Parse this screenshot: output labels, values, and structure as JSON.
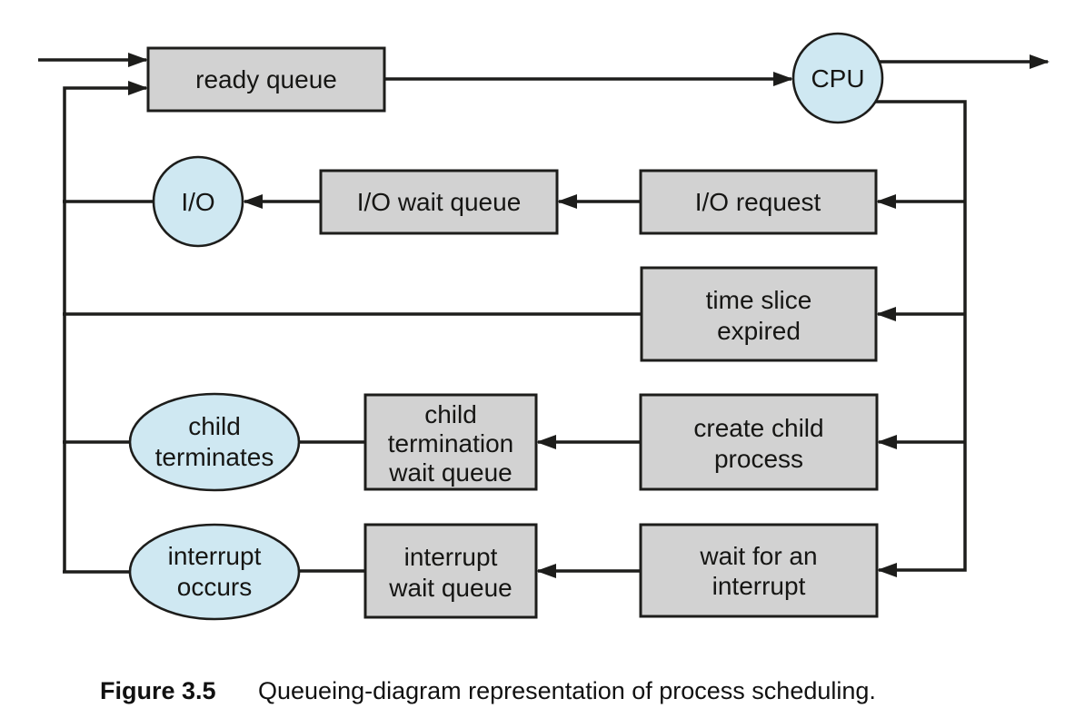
{
  "figure": {
    "label": "Figure 3.5",
    "caption": "Queueing-diagram representation of process scheduling."
  },
  "colors": {
    "box_fill": "#d2d2d2",
    "ellipse_fill": "#cfe8f2",
    "line": "#1d1d1b",
    "background": "#ffffff"
  },
  "nodes": {
    "ready_queue": {
      "shape": "rect",
      "lines": [
        "ready queue"
      ]
    },
    "cpu": {
      "shape": "circle",
      "lines": [
        "CPU"
      ]
    },
    "io": {
      "shape": "circle",
      "lines": [
        "I/O"
      ]
    },
    "io_wait_queue": {
      "shape": "rect",
      "lines": [
        "I/O wait queue"
      ]
    },
    "io_request": {
      "shape": "rect",
      "lines": [
        "I/O request"
      ]
    },
    "time_slice_expired": {
      "shape": "rect",
      "lines": [
        "time slice",
        "expired"
      ]
    },
    "child_terminates": {
      "shape": "ellipse",
      "lines": [
        "child",
        "terminates"
      ]
    },
    "child_termination_wait_queue": {
      "shape": "rect",
      "lines": [
        "child",
        "termination",
        "wait queue"
      ]
    },
    "create_child_process": {
      "shape": "rect",
      "lines": [
        "create child",
        "process"
      ]
    },
    "interrupt_occurs": {
      "shape": "ellipse",
      "lines": [
        "interrupt",
        "occurs"
      ]
    },
    "interrupt_wait_queue": {
      "shape": "rect",
      "lines": [
        "interrupt",
        "wait queue"
      ]
    },
    "wait_for_an_interrupt": {
      "shape": "rect",
      "lines": [
        "wait for an",
        "interrupt"
      ]
    }
  },
  "edges": [
    {
      "from": "external",
      "to": "ready_queue",
      "arrow": true
    },
    {
      "from": "ready_queue",
      "to": "cpu",
      "arrow": true
    },
    {
      "from": "cpu",
      "to": "external-exit",
      "arrow": true
    },
    {
      "from": "cpu",
      "to": "io_request",
      "arrow": true
    },
    {
      "from": "cpu",
      "to": "time_slice_expired",
      "arrow": true
    },
    {
      "from": "cpu",
      "to": "create_child_process",
      "arrow": true
    },
    {
      "from": "cpu",
      "to": "wait_for_an_interrupt",
      "arrow": true
    },
    {
      "from": "io_request",
      "to": "io_wait_queue",
      "arrow": true
    },
    {
      "from": "io_wait_queue",
      "to": "io",
      "arrow": true
    },
    {
      "from": "io",
      "to": "ready_queue",
      "arrow": true
    },
    {
      "from": "time_slice_expired",
      "to": "ready_queue",
      "arrow": true
    },
    {
      "from": "create_child_process",
      "to": "child_termination_wait_queue",
      "arrow": true
    },
    {
      "from": "child_termination_wait_queue",
      "to": "child_terminates",
      "arrow": false
    },
    {
      "from": "child_terminates",
      "to": "ready_queue",
      "arrow": true
    },
    {
      "from": "wait_for_an_interrupt",
      "to": "interrupt_wait_queue",
      "arrow": true
    },
    {
      "from": "interrupt_wait_queue",
      "to": "interrupt_occurs",
      "arrow": false
    },
    {
      "from": "interrupt_occurs",
      "to": "ready_queue",
      "arrow": true
    }
  ]
}
